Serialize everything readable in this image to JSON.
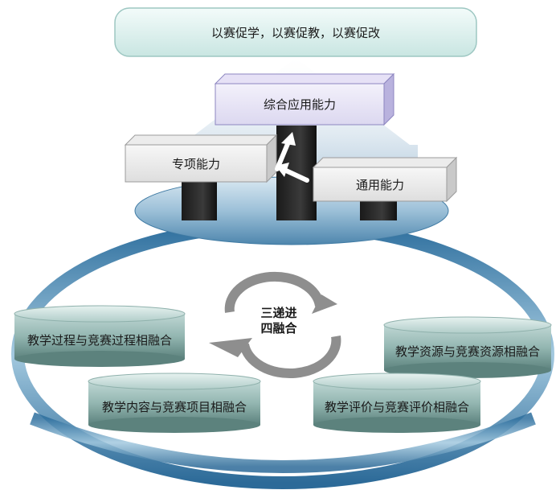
{
  "banner": {
    "text": "以赛促学，以赛促教，以赛促改"
  },
  "capabilities": {
    "comprehensive": "综合应用能力",
    "specialized": "专项能力",
    "general": "通用能力"
  },
  "center": {
    "line1": "三递进",
    "line2": "四融合"
  },
  "integrations": {
    "process": "教学过程与竞赛过程相融合",
    "resources": "教学资源与竞赛资源相融合",
    "content": "教学内容与竞赛项目相融合",
    "evaluation": "教学评价与竞赛评价相融合"
  }
}
